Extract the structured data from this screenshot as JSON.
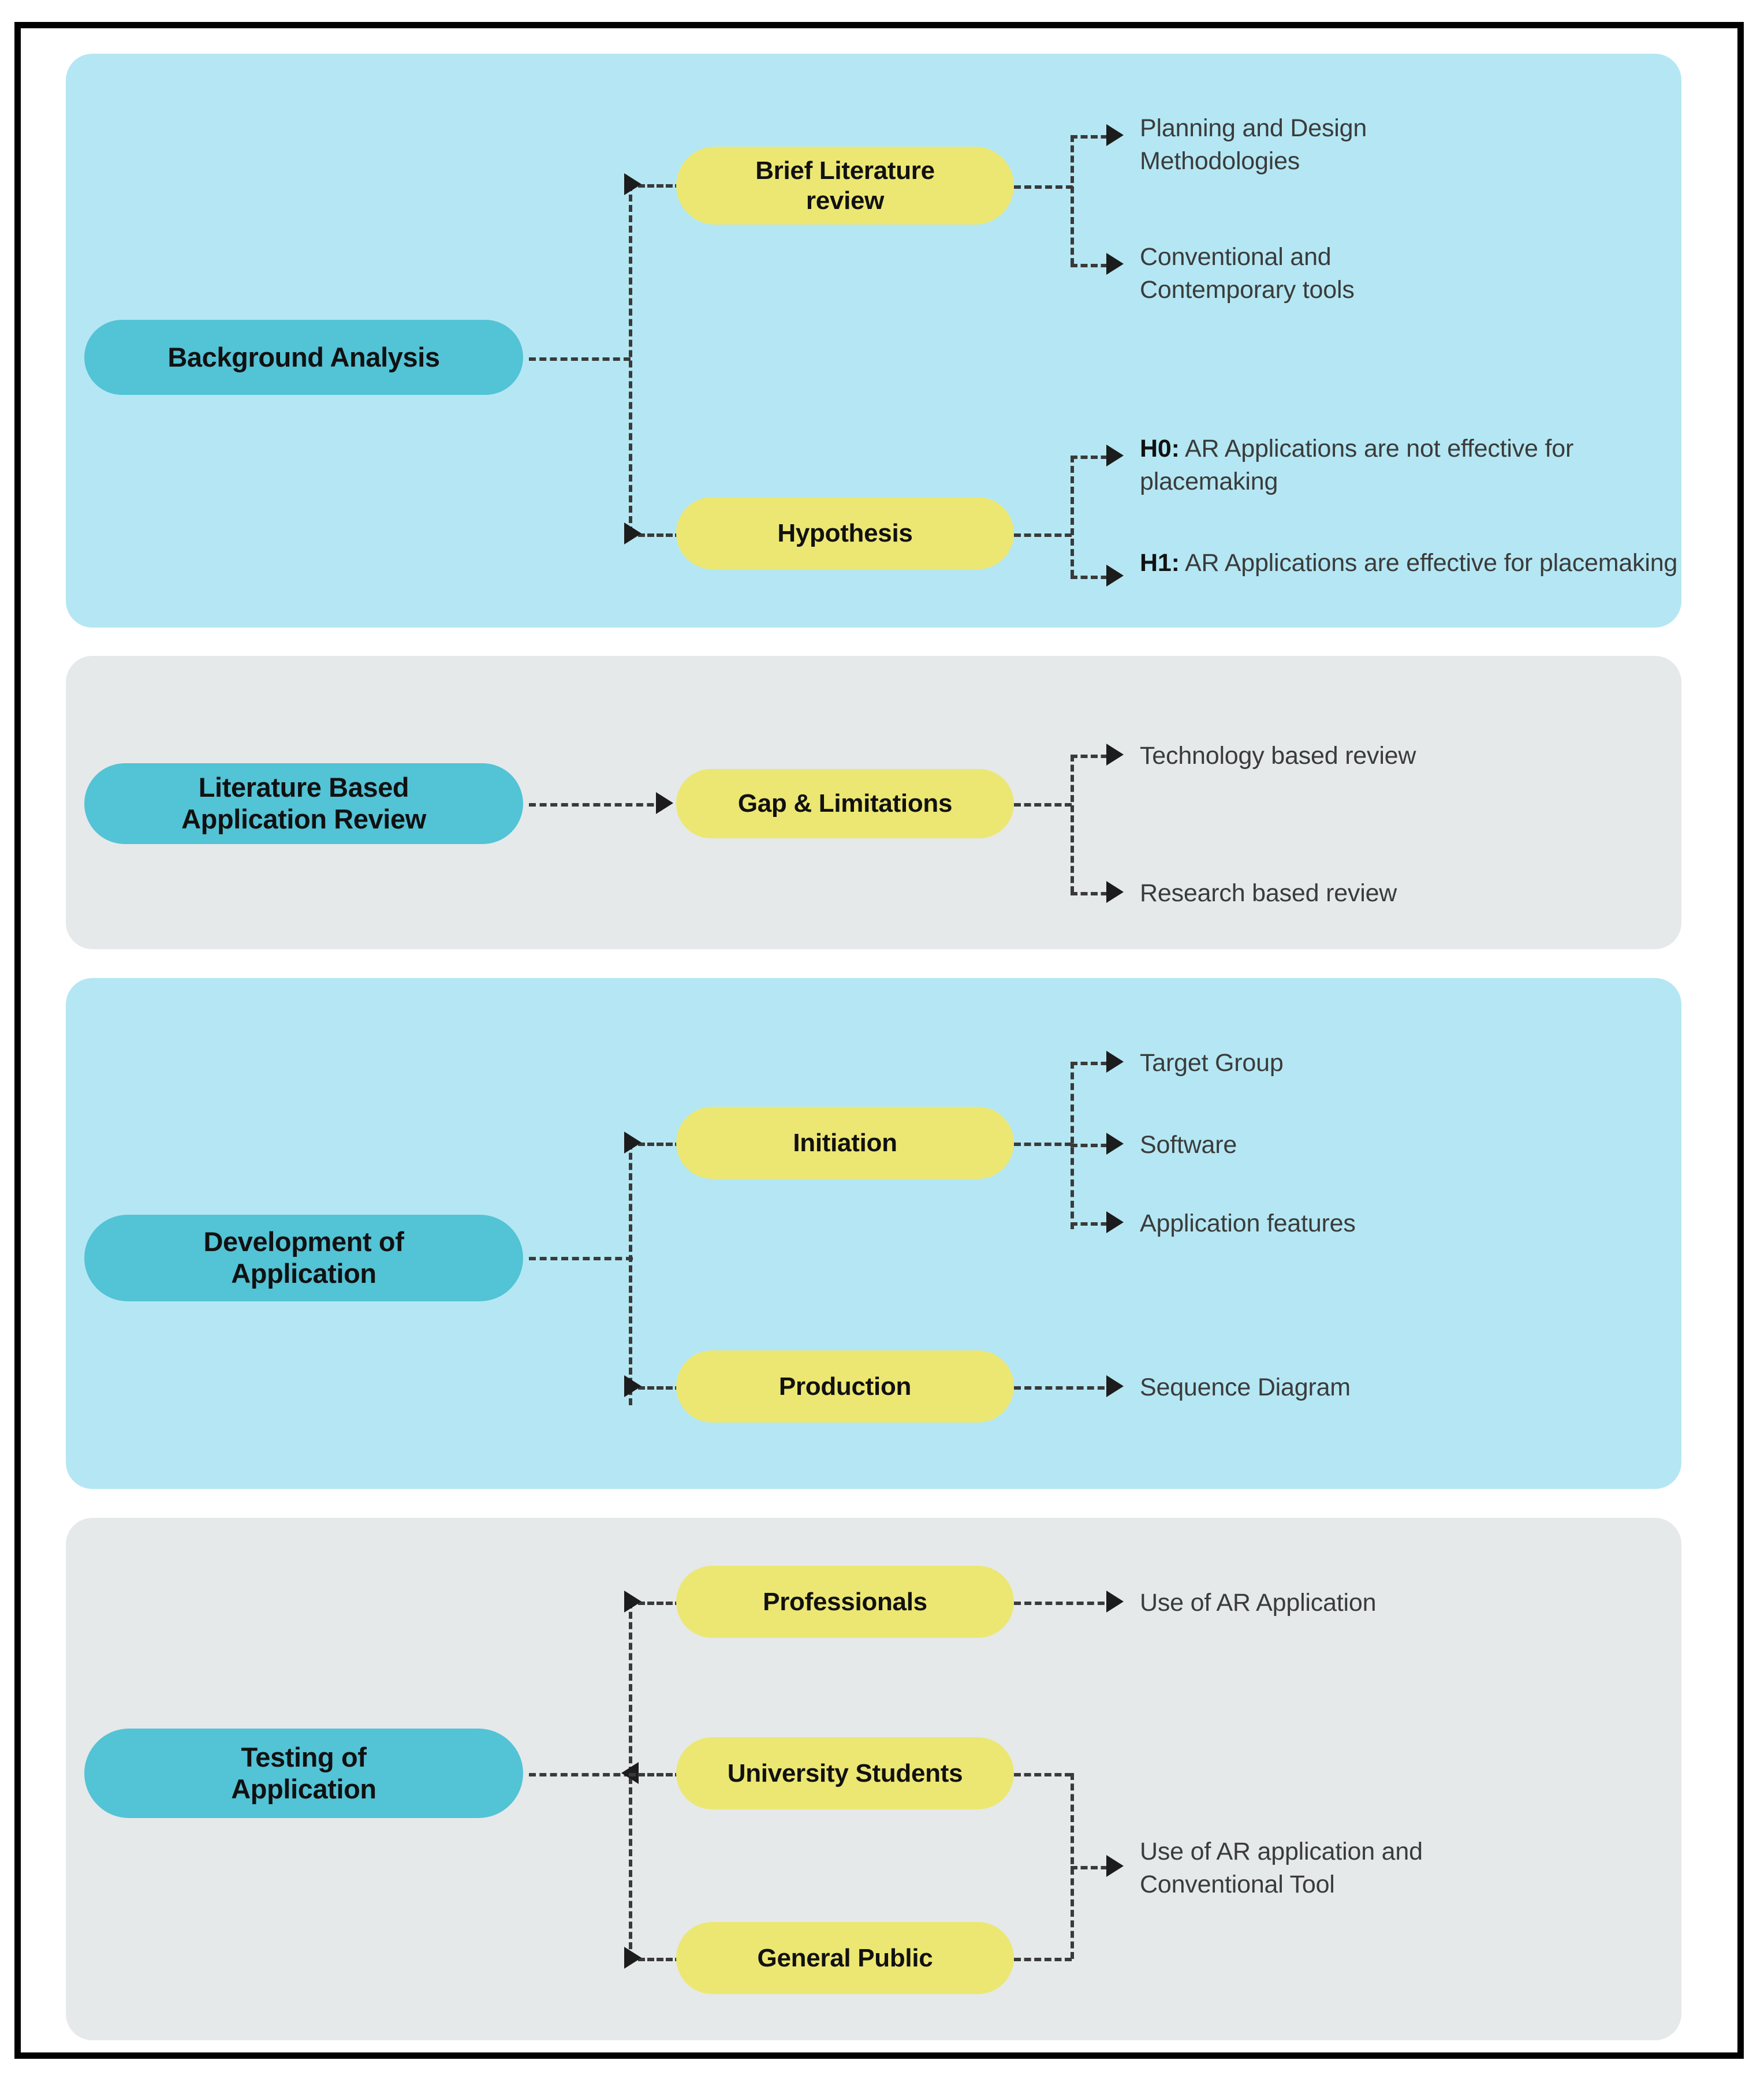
{
  "diagram": {
    "title": "Research Methodology Flowchart",
    "colors": {
      "panel_blue": "#b4e7f3",
      "panel_gray": "#e5e9ea",
      "node_teal": "#53c3d6",
      "node_yellow": "#ece773",
      "connector": "#3a3a3a",
      "border": "#000000"
    },
    "sections": [
      {
        "id": "background-analysis",
        "panel_style": "blue",
        "stage": "Background Analysis",
        "nodes": [
          {
            "label": "Brief Literature review",
            "leaves": [
              "Planning and Design Methodologies",
              "Conventional and Contemporary tools"
            ]
          },
          {
            "label": "Hypothesis",
            "leaves": [
              {
                "prefix": "H0:",
                "text": " AR Applications are not effective for placemaking"
              },
              {
                "prefix": "H1:",
                "text": " AR Applications are effective for placemaking"
              }
            ]
          }
        ]
      },
      {
        "id": "literature-based-application-review",
        "panel_style": "gray",
        "stage": "Literature Based Application Review",
        "nodes": [
          {
            "label": "Gap & Limitations",
            "leaves": [
              "Technology based review",
              "Research based review"
            ]
          }
        ]
      },
      {
        "id": "development-of-application",
        "panel_style": "blue",
        "stage": "Development of Application",
        "nodes": [
          {
            "label": "Initiation",
            "leaves": [
              "Target Group",
              "Software",
              "Application features"
            ]
          },
          {
            "label": "Production",
            "leaves": [
              "Sequence Diagram"
            ]
          }
        ]
      },
      {
        "id": "testing-of-application",
        "panel_style": "gray",
        "stage": "Testing of Application",
        "nodes": [
          {
            "label": "Professionals",
            "leaves": [
              "Use of AR Application"
            ]
          },
          {
            "label": "University Students",
            "leaves": []
          },
          {
            "label": "General Public",
            "leaves": [
              "Use of AR application and Conventional Tool"
            ]
          }
        ]
      }
    ],
    "labels": {
      "s1_stage": "Background Analysis",
      "s1_n1": "Brief Literature\nreview",
      "s1_n1_l1": "Planning and Design\nMethodologies",
      "s1_n1_l2": "Conventional and\nContemporary tools",
      "s1_n2": "Hypothesis",
      "s1_n2_l1_b": "H0:",
      "s1_n2_l1_t": " AR Applications are not effective for placemaking",
      "s1_n2_l2_b": "H1:",
      "s1_n2_l2_t": " AR Applications are effective for placemaking",
      "s2_stage": "Literature Based\nApplication Review",
      "s2_n1": "Gap & Limitations",
      "s2_n1_l1": "Technology based review",
      "s2_n1_l2": "Research based review",
      "s3_stage": "Development of\nApplication",
      "s3_n1": "Initiation",
      "s3_n1_l1": "Target Group",
      "s3_n1_l2": "Software",
      "s3_n1_l3": "Application features",
      "s3_n2": "Production",
      "s3_n2_l1": "Sequence Diagram",
      "s4_stage": "Testing of\nApplication",
      "s4_n1": "Professionals",
      "s4_n1_l1": "Use of AR Application",
      "s4_n2": "University Students",
      "s4_n3": "General Public",
      "s4_shared_l": "Use of AR application and\nConventional Tool"
    }
  }
}
